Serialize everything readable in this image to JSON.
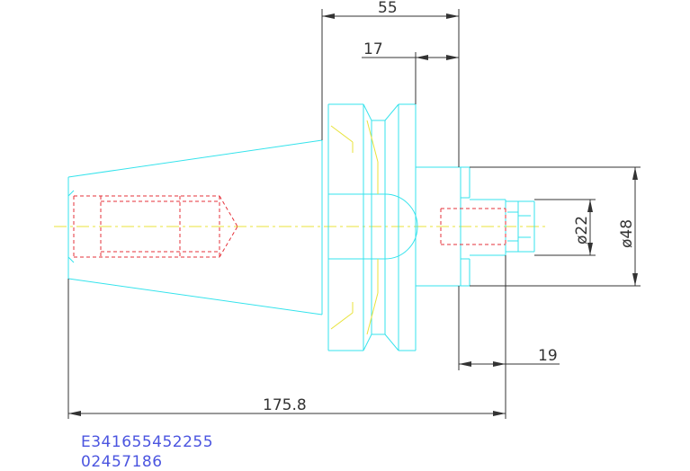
{
  "dimensions": {
    "d55": "55",
    "d17": "17",
    "d22": "ø22",
    "d48": "ø48",
    "d19": "19",
    "d175": "175.8"
  },
  "codes": {
    "line1": "E341655452255",
    "line2": "02457186"
  },
  "colors": {
    "outline": "#35e3ec",
    "hidden": "#e5323a",
    "centerline": "#e8e33a",
    "dimension": "#333333",
    "code_text": "#4b55e0"
  }
}
